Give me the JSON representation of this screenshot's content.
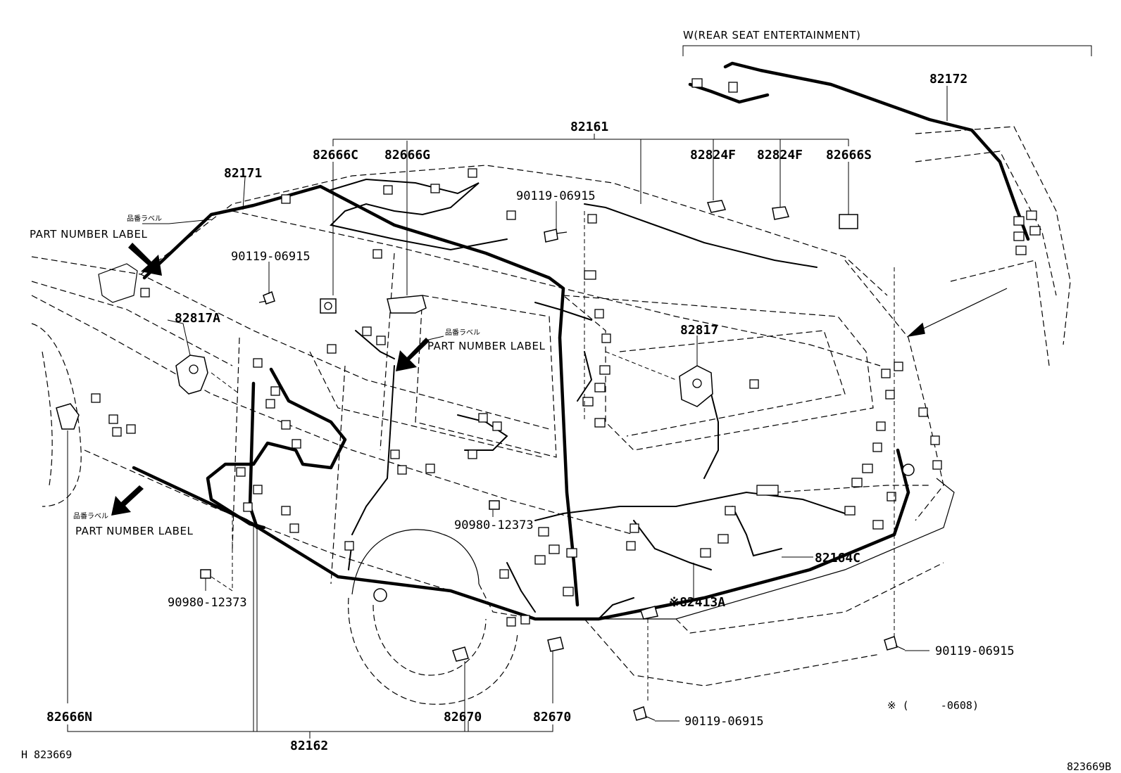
{
  "variant_label": "W(REAR SEAT ENTERTAINMENT)",
  "part_number_label_jp": "品番ラベル",
  "part_number_label_en": "PART NUMBER LABEL",
  "parts": {
    "p82172": "82172",
    "p82161": "82161",
    "p82666C": "82666C",
    "p82666G": "82666G",
    "p82824F_1": "82824F",
    "p82824F_2": "82824F",
    "p82666S": "82666S",
    "p82171": "82171",
    "p90119_06915_a": "90119-06915",
    "p90119_06915_b": "90119-06915",
    "p82817A": "82817A",
    "p82817": "82817",
    "p90980_12373_a": "90980-12373",
    "p90980_12373_b": "90980-12373",
    "p82164C": "82164C",
    "p82413A": "※82413A",
    "p90119_06915_c": "90119-06915",
    "p90119_06915_d": "90119-06915",
    "p82666N": "82666N",
    "p82670_1": "82670",
    "p82670_2": "82670",
    "p82162": "82162"
  },
  "footnote": "※ (     -0608)",
  "illustration_id": "H 823669",
  "figure_code": "823669B"
}
